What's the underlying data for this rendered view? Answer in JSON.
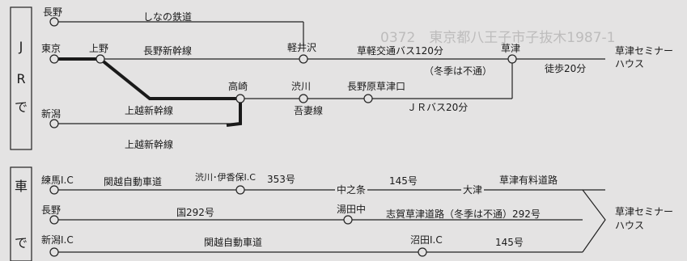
{
  "sections": {
    "jr": [
      "J",
      "R",
      "で"
    ],
    "car": [
      "車",
      "で"
    ]
  },
  "background_text": {
    "header": "0372　東京都八王子市子抜木1987-1"
  },
  "jr_route": {
    "nagano": "長野",
    "shinano_railway": "しなの鉄道",
    "tokyo": "東京",
    "ueno": "上野",
    "nagano_shinkansen": "長野新幹線",
    "karuizawa": "軽井沢",
    "kusakaru_bus": "草軽交通バス120分",
    "winter_closed": "（冬季は不通）",
    "kusatsu": "草津",
    "walk": "徒歩20分",
    "seminar_house_1": "草津セミナー",
    "seminar_house_2": "ハウス",
    "takasaki": "高崎",
    "shibukawa": "渋川",
    "naganohara": "長野原草津口",
    "joetsu_shinkansen_1": "上越新幹線",
    "agatsuma_line": "吾妻線",
    "jr_bus": "ＪＲバス20分",
    "niigata": "新潟",
    "joetsu_shinkansen_2": "上越新幹線"
  },
  "car_route": {
    "nerima": "練馬I.C",
    "kanetsu": "関越自動車道",
    "shibukawa_ikaho": "渋川･伊香保I.C",
    "route_353": "353号",
    "nakanojo": "中之条",
    "route_145": "145号",
    "otsu": "大津",
    "toll_road": "草津有料道路",
    "nagano": "長野",
    "route_292": "国292号",
    "yudanaka": "湯田中",
    "shiga_road": "志賀草津道路（冬季は不通）292号",
    "seminar_house_1": "草津セミナー",
    "seminar_house_2": "ハウス",
    "niigata_ic": "新潟I.C",
    "kanetsu_2": "関越自動車道",
    "numata": "沼田I.C",
    "route_145_2": "145号"
  }
}
